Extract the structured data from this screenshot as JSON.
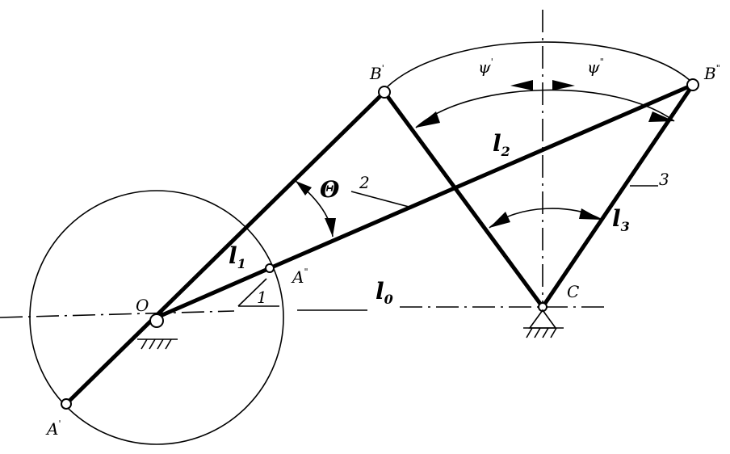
{
  "labels": {
    "B1": "B",
    "B1_mark": "'",
    "B2": "B",
    "B2_mark": "\"",
    "A1": "A",
    "A1_mark": "'",
    "A2": "A",
    "A2_mark": "\"",
    "O": "O",
    "C": "C",
    "psi1": "ψ",
    "psi1_mark": "'",
    "psi2": "ψ",
    "psi2_mark": "\"",
    "theta": "Θ",
    "l1": "l",
    "l1_sub": "1",
    "l2": "l",
    "l2_sub": "2",
    "l3": "l",
    "l3_sub": "3",
    "l0": "l",
    "l0_sub": "0",
    "n1": "1",
    "n2": "2",
    "n3": "3"
  }
}
